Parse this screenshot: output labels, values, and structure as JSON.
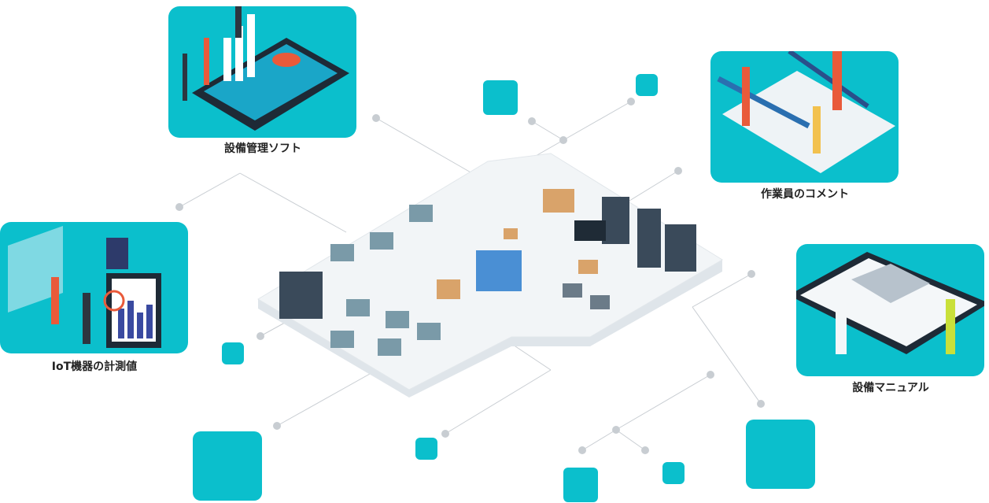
{
  "accent_color": "#0bbfcc",
  "cards": [
    {
      "label": "設備管理ソフト",
      "illustration": "tablet-analytics-people"
    },
    {
      "label": "作業員のコメント",
      "illustration": "workers-drawing-blueprint"
    },
    {
      "label": "IoT機器の計測値",
      "illustration": "iot-dashboard-security"
    },
    {
      "label": "設備マニュアル",
      "illustration": "clipboard-manual-workers"
    }
  ],
  "center": {
    "illustration": "isometric-factory-floor"
  }
}
